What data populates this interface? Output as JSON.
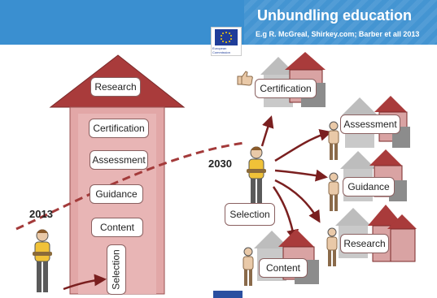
{
  "header": {
    "title": "Unbundling education",
    "subtitle": "E.g R. McGreal, Shirkey.com; Barber et all 2013",
    "logo_text": "European Commission"
  },
  "years": {
    "left": "2013",
    "right": "2030"
  },
  "tower_labels": {
    "roof": "Research",
    "certification": "Certification",
    "assessment": "Assessment",
    "guidance": "Guidance",
    "content": "Content",
    "selection": "Selection"
  },
  "unbundled_labels": {
    "certification": "Certification",
    "assessment": "Assessment",
    "guidance": "Guidance",
    "selection": "Selection",
    "research": "Research",
    "content": "Content"
  },
  "colors": {
    "header": "#3a8fd0",
    "tower": "#e2a7a7",
    "roof": "#a93b3b",
    "arrow": "#7a1f1f",
    "house_gray": "#bdbdbd",
    "house_red": "#a93b3b"
  },
  "icons": [
    "eu-flag-icon",
    "thumbs-up-icon",
    "person-icon",
    "house-cluster-icon"
  ]
}
